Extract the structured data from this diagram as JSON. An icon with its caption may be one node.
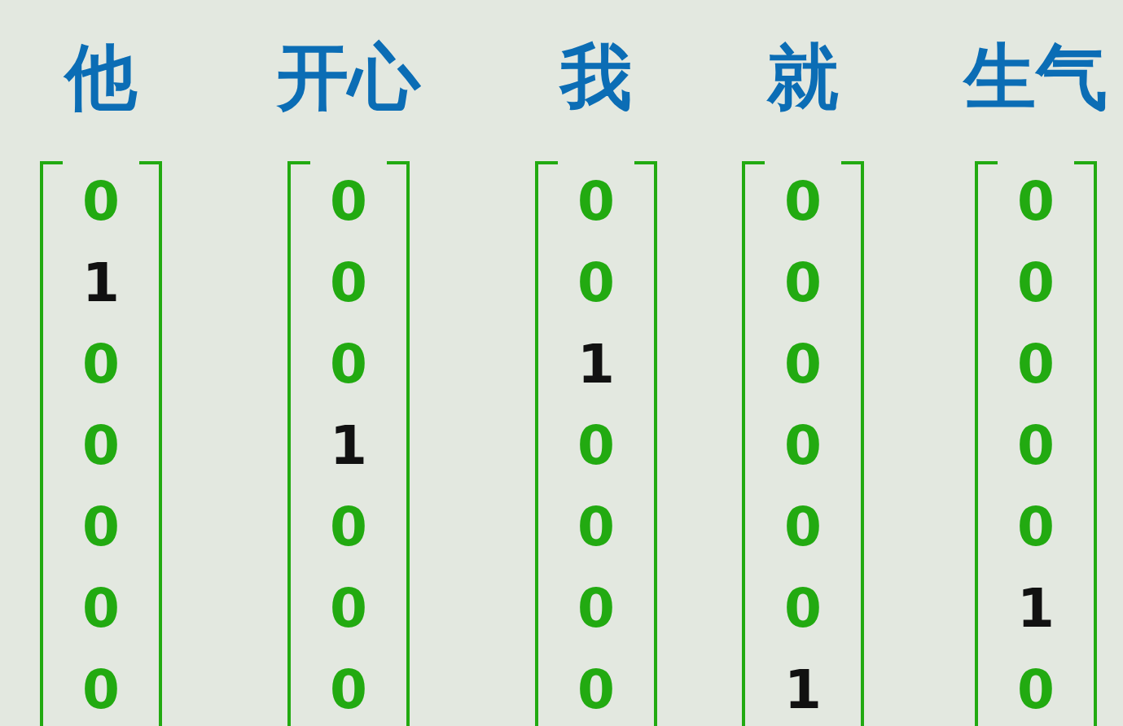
{
  "diagram": {
    "nodes": [
      {
        "text": [
          "他",
          "0",
          "1",
          "0",
          "0",
          "0",
          "0",
          "0"
        ]
      },
      {
        "text": [
          "开心",
          "0",
          "0",
          "0",
          "1",
          "0",
          "0",
          "0"
        ]
      },
      {
        "text": [
          "我",
          "0",
          "0",
          "1",
          "0",
          "0",
          "0",
          "0"
        ]
      },
      {
        "text": [
          "就",
          "0",
          "0",
          "0",
          "0",
          "0",
          "0",
          "1"
        ]
      },
      {
        "text": [
          "生气",
          "0",
          "0",
          "0",
          "0",
          "0",
          "1",
          "0"
        ]
      }
    ]
  }
}
